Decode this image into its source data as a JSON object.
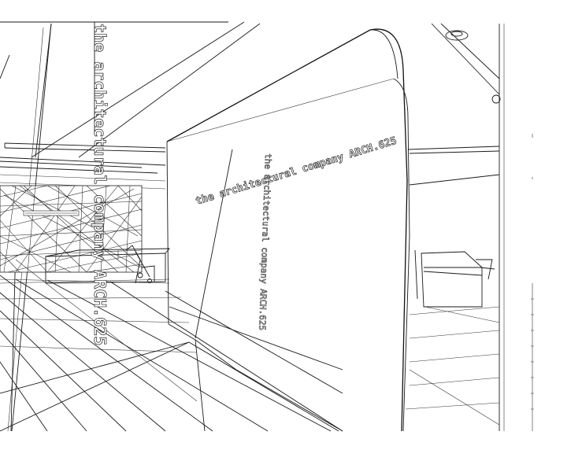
{
  "signage": {
    "left_column": "the architectural company ARCH.625",
    "panel_horizontal": "the architectural company ARCH.625",
    "panel_vertical": "the architectural company ARCH.625"
  },
  "colors": {
    "background": "#ffffff",
    "line": "#1a1a1a"
  }
}
